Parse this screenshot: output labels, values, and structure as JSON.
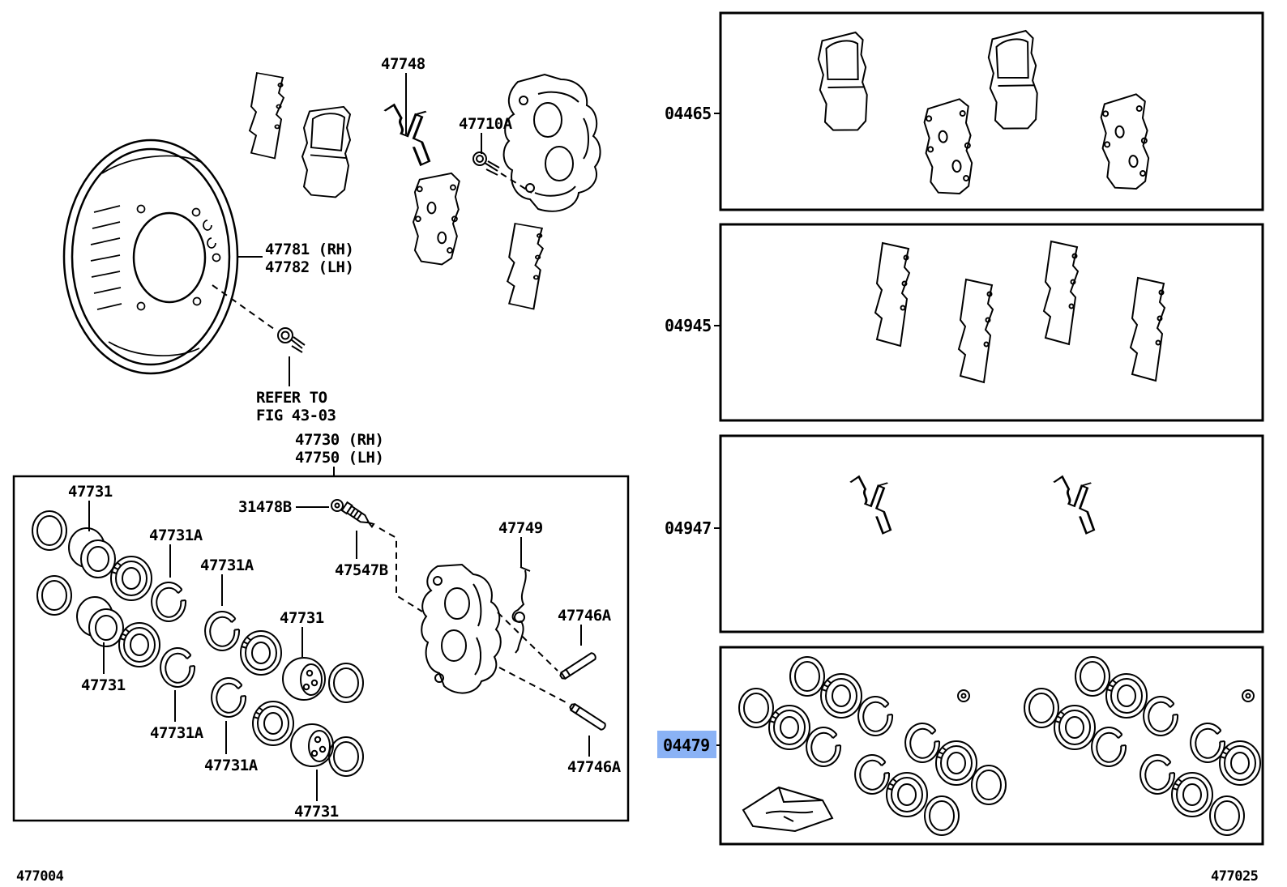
{
  "colors": {
    "ink": "#000000",
    "paper": "#ffffff",
    "highlight_bg": "#8ab2f5",
    "highlight_text": "#15378f"
  },
  "figure": {
    "bottom_left_code": "477004",
    "bottom_right_code": "477025"
  },
  "diagram": {
    "callout_47748": "47748",
    "callout_47710a": "47710A",
    "callout_47781": "47781 (RH)",
    "callout_47782": "47782 (LH)",
    "note_refer_line1": "REFER TO",
    "note_refer_line2": "FIG 43-03",
    "callout_47730": "47730 (RH)",
    "callout_47750": "47750 (LH)",
    "callout_31478b": "31478B",
    "callout_47547b": "47547B",
    "callout_47749": "47749",
    "callout_47746a_upper": "47746A",
    "callout_47746a_lower": "47746A",
    "callout_47731_1": "47731",
    "callout_47731_2": "47731",
    "callout_47731_3": "47731",
    "callout_47731_4": "47731",
    "callout_47731a_1": "47731A",
    "callout_47731a_2": "47731A",
    "callout_47731a_3": "47731A",
    "callout_47731a_4": "47731A"
  },
  "kit_panels": [
    {
      "code": "04465",
      "highlighted": false
    },
    {
      "code": "04945",
      "highlighted": false
    },
    {
      "code": "04947",
      "highlighted": false
    },
    {
      "code": "04479",
      "highlighted": true
    }
  ]
}
